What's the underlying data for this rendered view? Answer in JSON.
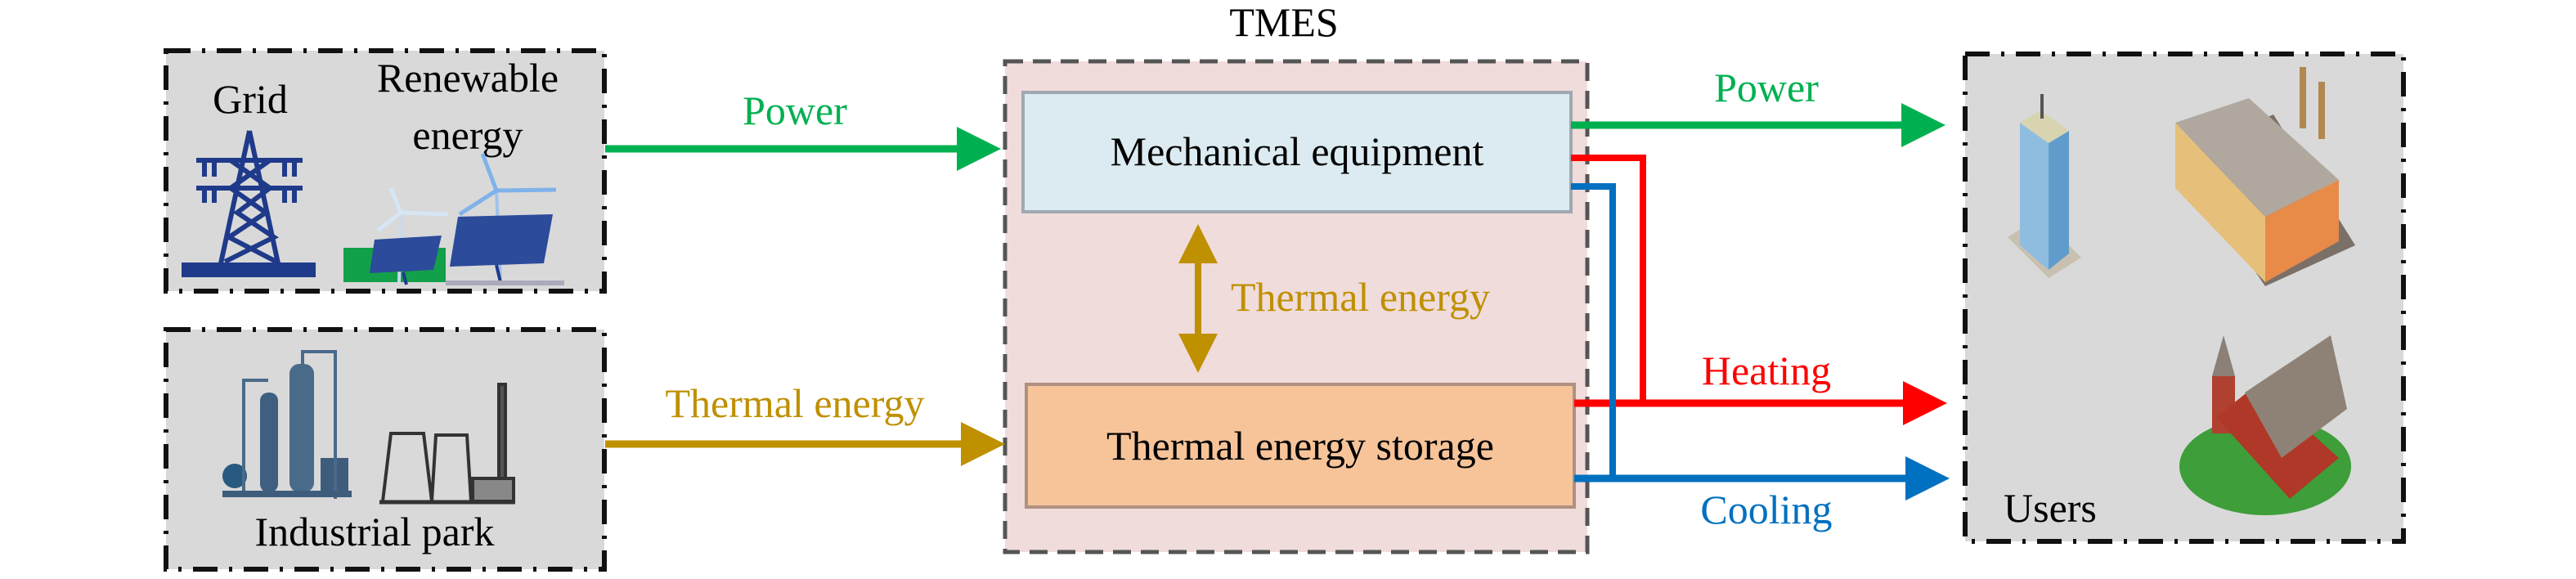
{
  "title": "TMES",
  "sources": {
    "grid_label": "Grid",
    "renewable_label_line1": "Renewable",
    "renewable_label_line2": "energy",
    "industrial_label": "Industrial park"
  },
  "tmes": {
    "mechanical_label": "Mechanical equipment",
    "storage_label": "Thermal energy storage",
    "internal_flow_label": "Thermal energy"
  },
  "inputs": {
    "power_label": "Power",
    "thermal_label": "Thermal energy"
  },
  "outputs": {
    "power_label": "Power",
    "heating_label": "Heating",
    "cooling_label": "Cooling"
  },
  "users_label": "Users",
  "colors": {
    "power": "#00b050",
    "thermal": "#bf9000",
    "heating": "#ff0000",
    "cooling": "#0070c0",
    "mechanical_fill": "#dbebf1",
    "storage_fill": "#f7c49a",
    "tmes_fill": "#f0dcdb",
    "source_fill": "#d9d9d9"
  }
}
